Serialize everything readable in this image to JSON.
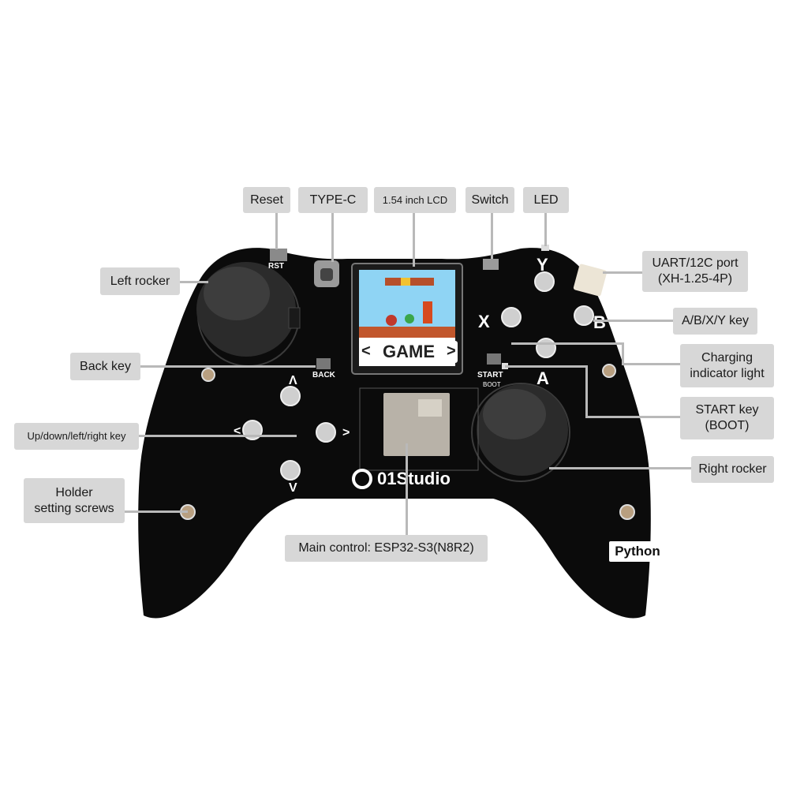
{
  "product": {
    "brand": "01Studio",
    "screen_text": "GAME",
    "badge": "Python"
  },
  "silkscreen": {
    "rst": "RST",
    "back": "BACK",
    "start": "START",
    "boot": "BOOT",
    "x": "X",
    "y": "Y",
    "a": "A",
    "b": "B",
    "up": "Λ",
    "down": "V",
    "left": "<",
    "right": ">"
  },
  "callouts": {
    "reset": "Reset",
    "type_c": "TYPE-C",
    "lcd": "1.54 inch LCD",
    "switch": "Switch",
    "led": "LED",
    "uart": "UART/12C port\n(XH-1.25-4P)",
    "left_rocker": "Left rocker",
    "abxy": "A/B/X/Y key",
    "back_key": "Back key",
    "charging": "Charging\nindicator light",
    "start_key": "START key\n(BOOT)",
    "dpad": "Up/down/left/right key",
    "right_rocker": "Right rocker",
    "screws": "Holder\nsetting screws",
    "main_control": "Main control: ESP32-S3(N8R2)"
  },
  "colors": {
    "board": "#0b0b0b",
    "callout_bg": "#d7d7d7",
    "connector": "#b9b9b9"
  }
}
